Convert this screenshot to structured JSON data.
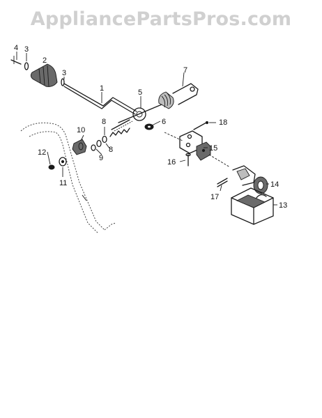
{
  "watermark": {
    "text": "AppliancePartsPros.com"
  },
  "callouts": {
    "c1": "1",
    "c2": "2",
    "c3a": "3",
    "c3b": "3",
    "c4": "4",
    "c5": "5",
    "c6": "6",
    "c7": "7",
    "c8a": "8",
    "c8b": "8",
    "c9": "9",
    "c10": "10",
    "c11": "11",
    "c12": "12",
    "c13": "13",
    "c14": "14",
    "c15": "15",
    "c16": "16",
    "c17": "17",
    "c18": "18"
  }
}
